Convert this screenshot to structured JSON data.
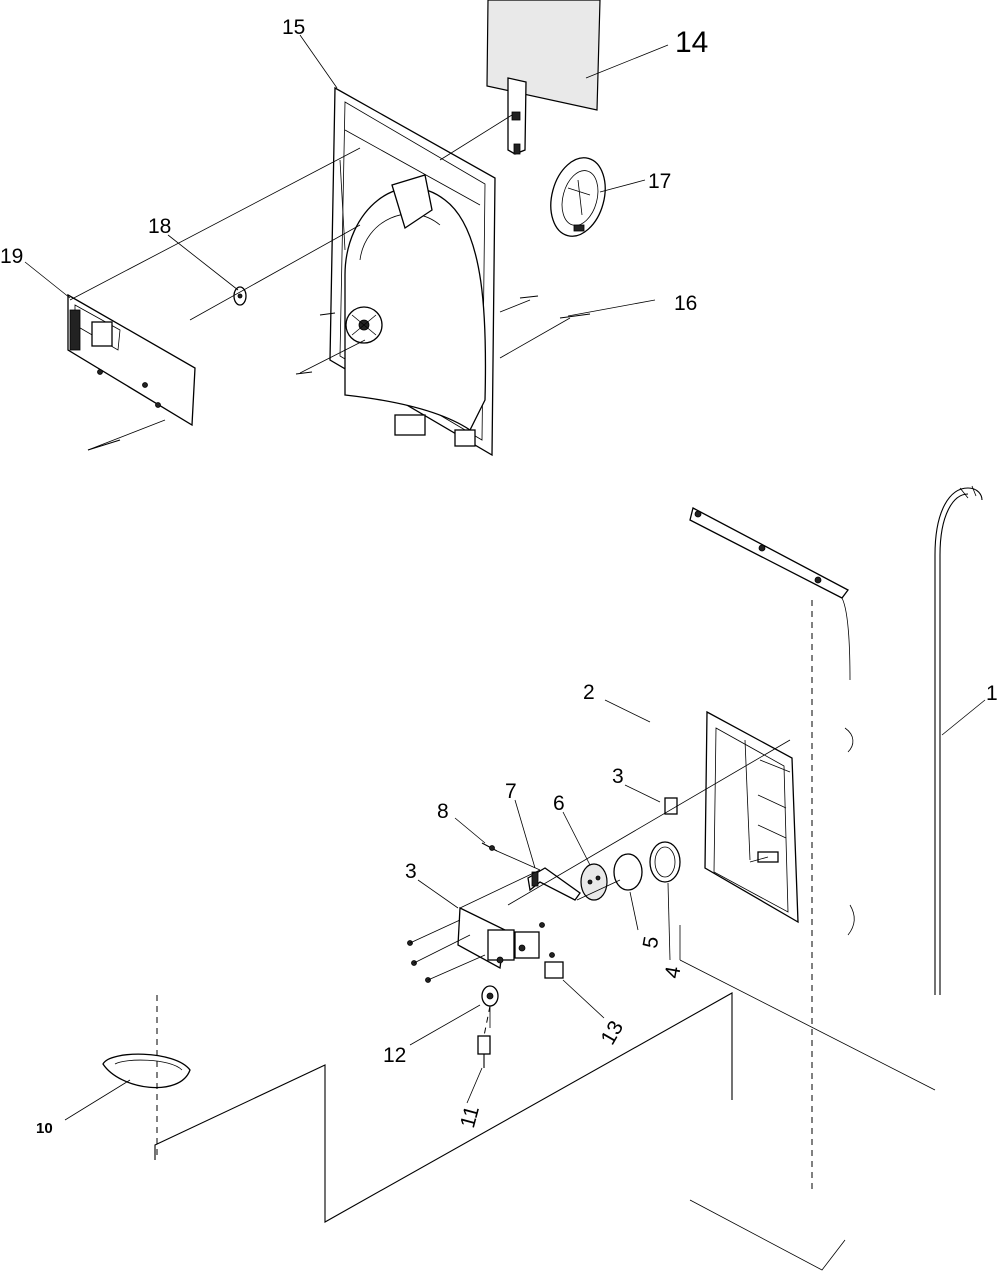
{
  "diagram": {
    "callouts": {
      "c1": "1",
      "c2": "2",
      "c3a": "3",
      "c3b": "3",
      "c4": "4",
      "c5": "5",
      "c6": "6",
      "c7": "7",
      "c8": "8",
      "c10": "10",
      "c11": "11",
      "c12": "12",
      "c13": "13",
      "c14": "14",
      "c15": "15",
      "c16": "16",
      "c17": "17",
      "c18": "18",
      "c19": "19"
    }
  }
}
